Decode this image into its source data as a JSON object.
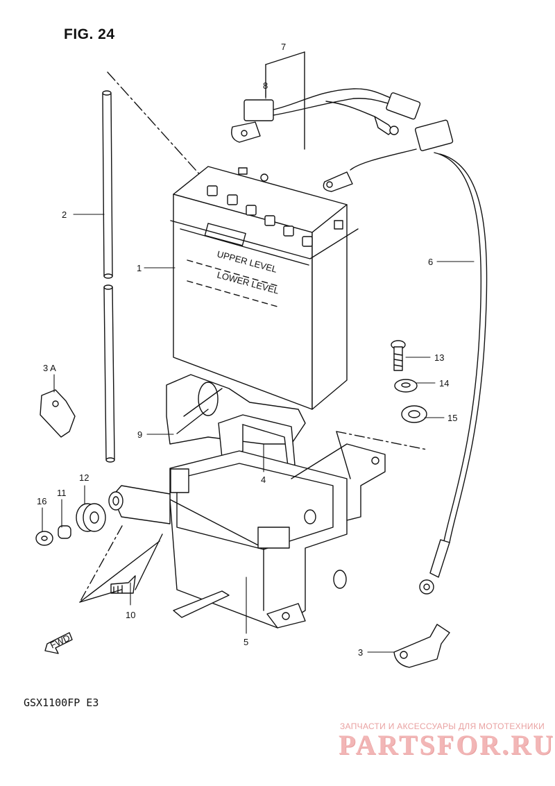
{
  "figure": {
    "title": "FIG. 24",
    "model": "GSX1100FP  E3"
  },
  "battery_labels": {
    "upper": "UPPER LEVEL",
    "lower": "LOWER LEVEL"
  },
  "fwd_arrow": {
    "text": "FWD"
  },
  "parts": [
    {
      "label": "1"
    },
    {
      "label": "2"
    },
    {
      "label": "3"
    },
    {
      "label": "3 A"
    },
    {
      "label": "4"
    },
    {
      "label": "5"
    },
    {
      "label": "6"
    },
    {
      "label": "7"
    },
    {
      "label": "8"
    },
    {
      "label": "9"
    },
    {
      "label": "10"
    },
    {
      "label": "11"
    },
    {
      "label": "12"
    },
    {
      "label": "13"
    },
    {
      "label": "14"
    },
    {
      "label": "15"
    },
    {
      "label": "16"
    }
  ],
  "watermark": {
    "subtitle": "ЗАПЧАСТИ И АКСЕССУАРЫ ДЛЯ МОТОТЕХНИКИ",
    "brand": "PARTSFOR.RU"
  }
}
